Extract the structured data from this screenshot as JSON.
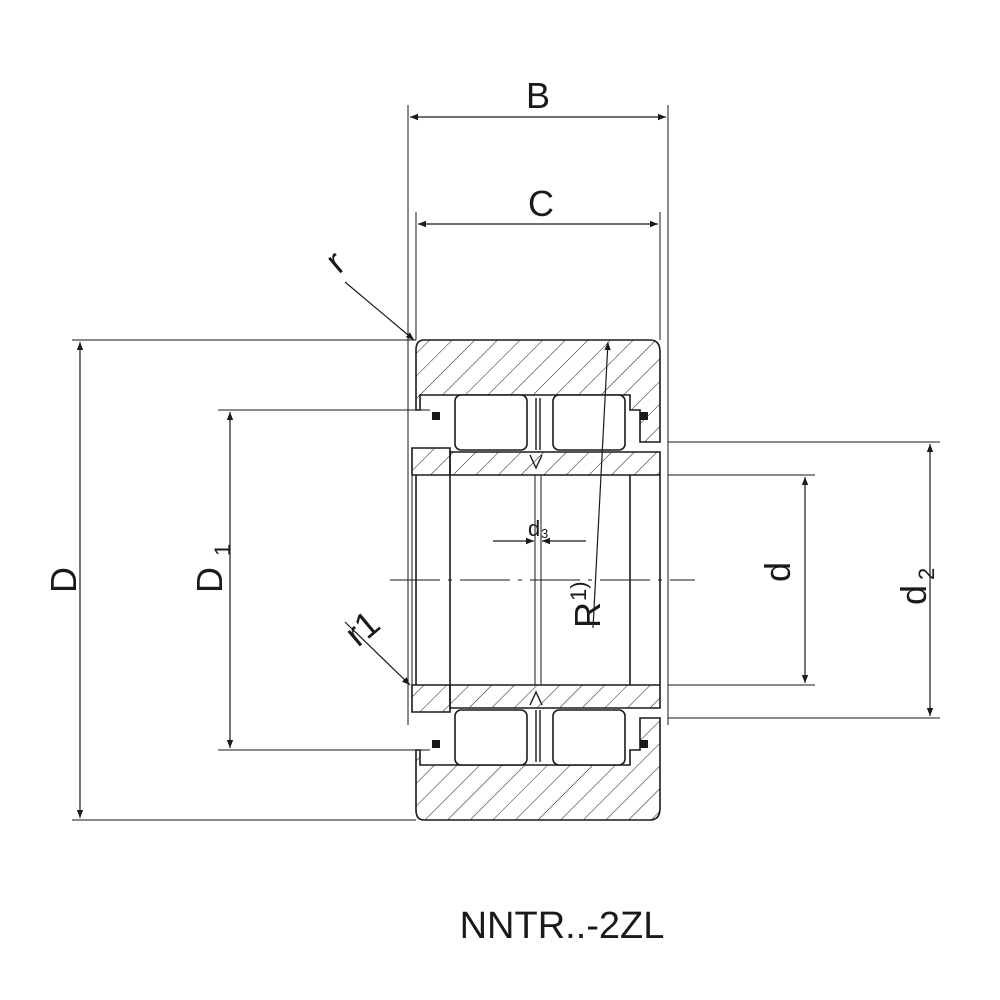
{
  "labels": {
    "B": "B",
    "C": "C",
    "r": "r",
    "r1": "r1",
    "D": "D",
    "D1_main": "D",
    "D1_sub": "1",
    "d3_main": "d",
    "d3_sub": "3",
    "R_main": "R",
    "R_sup": "1)",
    "d": "d",
    "d2_main": "d",
    "d2_sub": "2"
  },
  "caption": "NNTR..-2ZL",
  "colors": {
    "line": "#1a1a1a",
    "background": "#ffffff"
  }
}
